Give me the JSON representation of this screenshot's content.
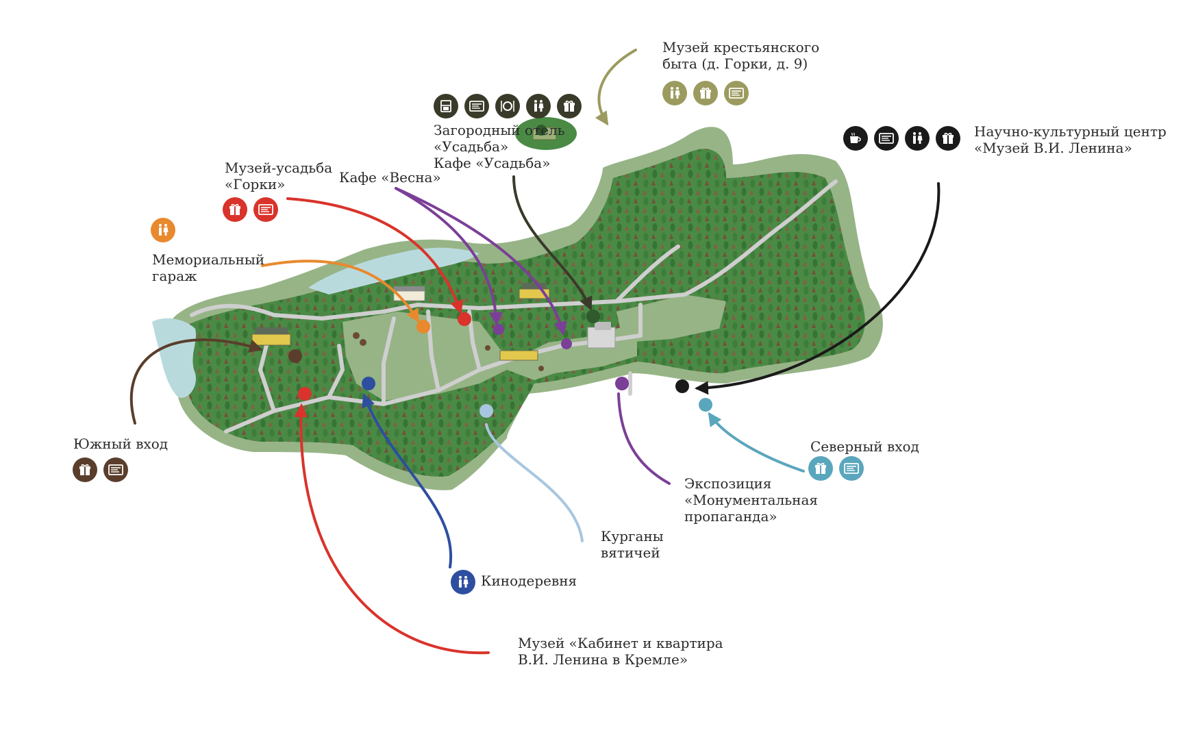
{
  "colors": {
    "brown": "#5a3e2b",
    "red": "#d9332b",
    "orange": "#e8892e",
    "purple": "#7b3f97",
    "dark_olive": "#3a3a2a",
    "olive": "#9b9b5f",
    "black": "#1a1a1a",
    "navy": "#2e4ea0",
    "light_blue": "#a8c6df",
    "teal": "#5aa6bd",
    "forest": "#4a8a45",
    "forest_light": "#97b487",
    "water": "#b9dadd"
  },
  "labels": {
    "south_entrance": "Южный вход",
    "garage": [
      "Мемориальный",
      "гараж"
    ],
    "estate": [
      "Музей-усадьба",
      "«Горки»"
    ],
    "cafe_vesna": "Кафе «Весна»",
    "hotel": [
      "Загородный отель",
      "«Усадьба»",
      "Кафе «Усадьба»"
    ],
    "peasant": [
      "Музей крестьянского",
      "быта (д. Горки, д. 9)"
    ],
    "science_center": [
      "Научно-культурный центр",
      "«Музей В.И. Ленина»"
    ],
    "north_entrance": "Северный вход",
    "exposition": [
      "Экспозиция",
      "«Монументальная",
      "пропаганда»"
    ],
    "kurgans": [
      "Курганы",
      "вятичей"
    ],
    "kinoderevnya": "Кинодеревня",
    "kremlin": [
      "Музей «Кабинет и квартира",
      "В.И. Ленина в Кремле»"
    ]
  },
  "icon_groups": {
    "south": [
      "gift-icon",
      "ticket-icon"
    ],
    "garage": [
      "toilet-icon"
    ],
    "estate": [
      "gift-icon",
      "ticket-icon"
    ],
    "hotel": [
      "hotel-icon",
      "ticket-icon",
      "restaurant-icon",
      "toilet-icon",
      "gift-icon"
    ],
    "peasant": [
      "toilet-icon",
      "gift-icon",
      "ticket-icon"
    ],
    "science": [
      "coffee-icon",
      "ticket-icon",
      "toilet-icon",
      "gift-icon"
    ],
    "north": [
      "gift-icon",
      "ticket-icon"
    ],
    "kino": [
      "toilet-icon"
    ]
  }
}
